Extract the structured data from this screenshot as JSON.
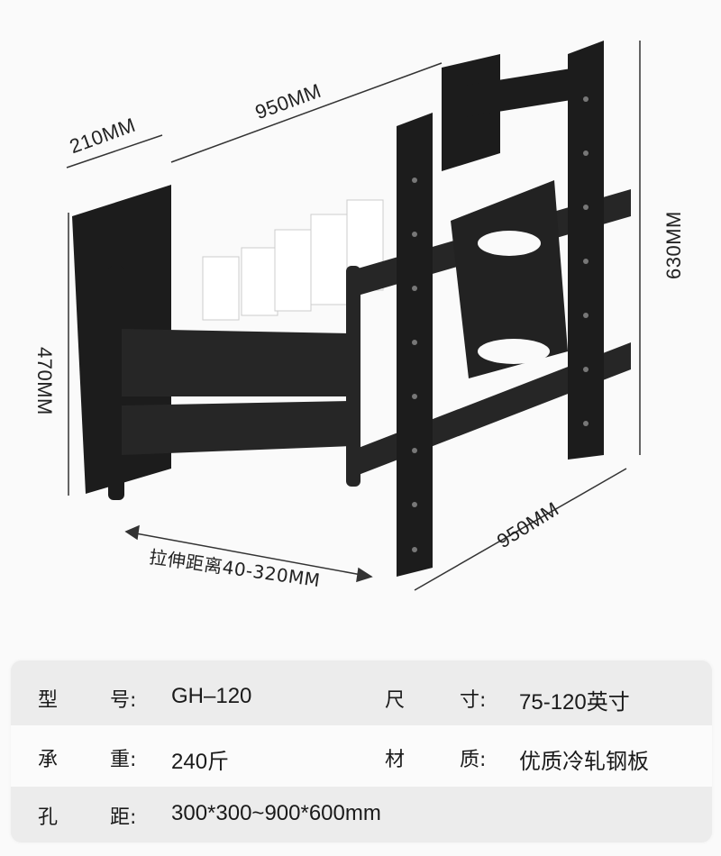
{
  "dimensions": {
    "top_width": "950MM",
    "depth": "210MM",
    "height_right": "630MM",
    "height_left": "470MM",
    "bottom_width": "950MM",
    "extension": "拉伸距离40-320MM"
  },
  "specs": [
    {
      "label_a": "型",
      "label_b": "号:",
      "value": "GH–120"
    },
    {
      "label_a": "尺",
      "label_b": "寸:",
      "value": "75-120英寸"
    },
    {
      "label_a": "承",
      "label_b": "重:",
      "value": "240斤"
    },
    {
      "label_a": "材",
      "label_b": "质:",
      "value": "优质冷轧钢板"
    },
    {
      "label_a": "孔",
      "label_b": "距:",
      "value": "300*300~900*600mm"
    }
  ],
  "colors": {
    "metal": "#1c1c1c",
    "background": "#fafafa",
    "row_gray": "#ececec"
  }
}
